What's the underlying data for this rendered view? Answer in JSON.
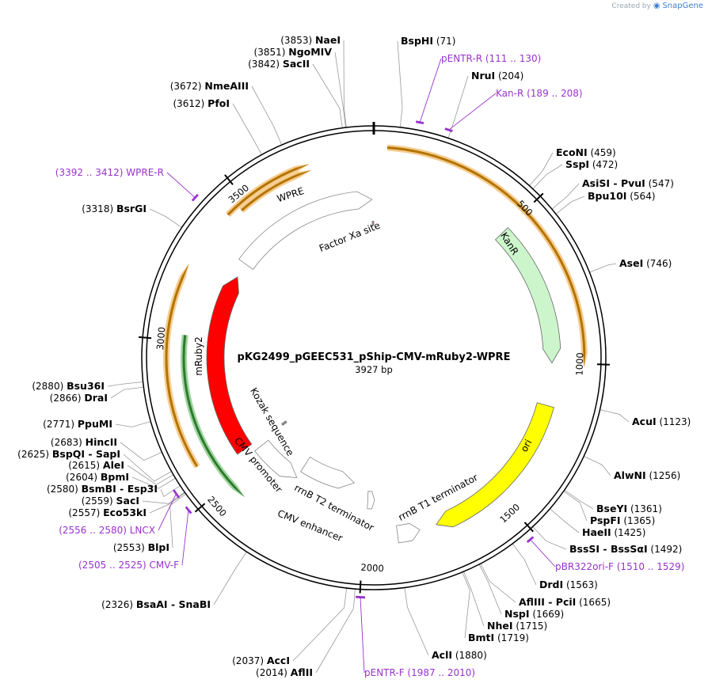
{
  "credit": {
    "text": "Created by",
    "brand": "SnapGene"
  },
  "plasmid": {
    "name": "pKG2499_pGEEC531_pShip-CMV-mRuby2-WPRE",
    "size_label": "3927 bp",
    "length": 3927
  },
  "ticks": [
    "500",
    "1000",
    "1500",
    "2000",
    "2500",
    "3000",
    "3500"
  ],
  "features": [
    {
      "name": "KanR",
      "start": 500,
      "end": 1000,
      "direction": "cw",
      "color": "#ccf5cc",
      "label_rotated": true
    },
    {
      "name": "ori",
      "start": 1150,
      "end": 1740,
      "direction": "cw",
      "color": "#ffff00",
      "label_rotated": true
    },
    {
      "name": "rrnB T1 terminator",
      "start": 1800,
      "end": 1880,
      "direction": "ccw",
      "color": "#ffffff",
      "label_rotated": true
    },
    {
      "name": "rrnB T2 terminator",
      "start": 1960,
      "end": 1990,
      "direction": "ccw",
      "color": "#ffffff",
      "label_rotated": true
    },
    {
      "name": "CMV enhancer",
      "start": 2060,
      "end": 2320,
      "direction": "ccw",
      "color": "#ffffff",
      "label_rotated": true
    },
    {
      "name": "CMV promoter",
      "start": 2320,
      "end": 2530,
      "direction": "ccw",
      "color": "#ffffff",
      "label_rotated": true
    },
    {
      "name": "Kozak sequence",
      "start": 2546,
      "end": 2556,
      "direction": "none",
      "color": "#999999",
      "label_rotated": true
    },
    {
      "name": "mRuby2",
      "start": 2560,
      "end": 3280,
      "direction": "cw",
      "color": "#ff0000",
      "label_rotated": true
    },
    {
      "name": "WPRE",
      "start": 3340,
      "end": 3920,
      "direction": "cw",
      "color": "#ffffff",
      "label_rotated": true
    },
    {
      "name": "Factor Xa site",
      "start": 3920,
      "end": 3927,
      "direction": "none",
      "color": "#cc8899",
      "label_rotated": false
    }
  ],
  "sites": [
    {
      "name": "BspHI",
      "pos": "(71)"
    },
    {
      "name": "NruI",
      "pos": "(204)"
    },
    {
      "name": "EcoNI",
      "pos": "(459)"
    },
    {
      "name": "SspI",
      "pos": "(472)"
    },
    {
      "name": "AsiSI - PvuI",
      "pos": "(547)"
    },
    {
      "name": "Bpu10I",
      "pos": "(564)"
    },
    {
      "name": "AseI",
      "pos": "(746)"
    },
    {
      "name": "AcuI",
      "pos": "(1123)"
    },
    {
      "name": "AlwNI",
      "pos": "(1256)"
    },
    {
      "name": "BseYI",
      "pos": "(1361)"
    },
    {
      "name": "PspFI",
      "pos": "(1365)"
    },
    {
      "name": "HaeII",
      "pos": "(1425)"
    },
    {
      "name": "BssSI - BssSαI",
      "pos": "(1492)"
    },
    {
      "name": "DrdI",
      "pos": "(1563)"
    },
    {
      "name": "AflIII - PciI",
      "pos": "(1665)"
    },
    {
      "name": "NspI",
      "pos": "(1669)"
    },
    {
      "name": "NheI",
      "pos": "(1715)"
    },
    {
      "name": "BmtI",
      "pos": "(1719)"
    },
    {
      "name": "AclI",
      "pos": "(1880)"
    },
    {
      "name": "AccI",
      "pos": "(2037)"
    },
    {
      "name": "AflII",
      "pos": "(2014)"
    },
    {
      "name": "BsaAI - SnaBI",
      "pos": "(2326)"
    },
    {
      "name": "BlpI",
      "pos": "(2553)"
    },
    {
      "name": "Eco53kI",
      "pos": "(2557)"
    },
    {
      "name": "SacI",
      "pos": "(2559)"
    },
    {
      "name": "BsmBI - Esp3I",
      "pos": "(2580)"
    },
    {
      "name": "BpmI",
      "pos": "(2604)"
    },
    {
      "name": "AleI",
      "pos": "(2615)"
    },
    {
      "name": "BspQI - SapI",
      "pos": "(2625)"
    },
    {
      "name": "HincII",
      "pos": "(2683)"
    },
    {
      "name": "PpuMI",
      "pos": "(2771)"
    },
    {
      "name": "DraI",
      "pos": "(2866)"
    },
    {
      "name": "Bsu36I",
      "pos": "(2880)"
    },
    {
      "name": "BsrGI",
      "pos": "(3318)"
    },
    {
      "name": "PfoI",
      "pos": "(3612)"
    },
    {
      "name": "NmeAIII",
      "pos": "(3672)"
    },
    {
      "name": "SacII",
      "pos": "(3842)"
    },
    {
      "name": "NgoMIV",
      "pos": "(3851)"
    },
    {
      "name": "NaeI",
      "pos": "(3853)"
    }
  ],
  "primers": [
    {
      "name": "pENTR-R",
      "range": "(111 .. 130)"
    },
    {
      "name": "Kan-R",
      "range": "(189 .. 208)"
    },
    {
      "name": "pBR322ori-F",
      "range": "(1510 .. 1529)"
    },
    {
      "name": "pENTR-F",
      "range": "(1987 .. 2010)"
    },
    {
      "name": "CMV-F",
      "range": "(2505 .. 2525)"
    },
    {
      "name": "LNCX",
      "range": "(2556 .. 2580)"
    },
    {
      "name": "WPRE-R",
      "range": "(3392 .. 3412)"
    }
  ],
  "orfs": [
    {
      "start": 40,
      "end": 1010,
      "direction": "cw"
    },
    {
      "start": 3430,
      "end": 3727,
      "direction": "cw"
    },
    {
      "start": 3470,
      "end": 3727,
      "direction": "cw"
    },
    {
      "start": 2600,
      "end": 3240,
      "direction": "cw"
    },
    {
      "start": 2430,
      "end": 3020,
      "direction": "ccw"
    }
  ]
}
